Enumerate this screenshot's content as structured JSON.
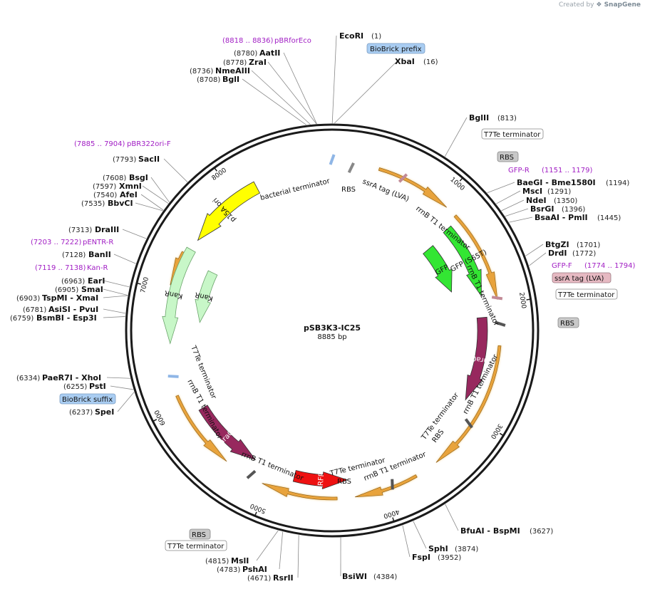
{
  "credit": {
    "prefix": "Created by",
    "brand": "SnapGene"
  },
  "plasmid": {
    "name": "pSB3K3-IC25",
    "length": 8885,
    "length_label": "8885 bp"
  },
  "ticks": [
    {
      "label": "1000",
      "pos": 1000
    },
    {
      "label": "2000",
      "pos": 2000
    },
    {
      "label": "3000",
      "pos": 3000
    },
    {
      "label": "4000",
      "pos": 4000
    },
    {
      "label": "5000",
      "pos": 5000
    },
    {
      "label": "6000",
      "pos": 6000
    },
    {
      "label": "7000",
      "pos": 7000
    },
    {
      "label": "8000",
      "pos": 8000
    }
  ],
  "enzymes": [
    {
      "name": "EcoRI",
      "pos_label": "(1)",
      "pos": 1
    },
    {
      "name": "XbaI",
      "pos_label": "(16)",
      "pos": 16
    },
    {
      "name": "BglII",
      "pos_label": "(813)",
      "pos": 813
    },
    {
      "name": "BaeGI - Bme1580I",
      "pos_label": "(1194)",
      "pos": 1194
    },
    {
      "name": "MscI",
      "pos_label": "(1291)",
      "pos": 1291
    },
    {
      "name": "NdeI",
      "pos_label": "(1350)",
      "pos": 1350
    },
    {
      "name": "BsrGI",
      "pos_label": "(1396)",
      "pos": 1396
    },
    {
      "name": "BsaAI - PmlI",
      "pos_label": "(1445)",
      "pos": 1445
    },
    {
      "name": "BtgZI",
      "pos_label": "(1701)",
      "pos": 1701
    },
    {
      "name": "DrdI",
      "pos_label": "(1772)",
      "pos": 1772
    },
    {
      "name": "BfuAI - BspMI",
      "pos_label": "(3627)",
      "pos": 3627
    },
    {
      "name": "SphI",
      "pos_label": "(3874)",
      "pos": 3874
    },
    {
      "name": "FspI",
      "pos_label": "(3952)",
      "pos": 3952
    },
    {
      "name": "BsiWI",
      "pos_label": "(4384)",
      "pos": 4384
    },
    {
      "name": "RsrII",
      "pos_label": "(4671)",
      "pos": 4671
    },
    {
      "name": "PshAI",
      "pos_label": "(4783)",
      "pos": 4783
    },
    {
      "name": "MslI",
      "pos_label": "(4815)",
      "pos": 4815
    },
    {
      "name": "SpeI",
      "pos_label": "(6237)",
      "pos": 6237
    },
    {
      "name": "PstI",
      "pos_label": "(6255)",
      "pos": 6255
    },
    {
      "name": "PaeR7I - XhoI",
      "pos_label": "(6334)",
      "pos": 6334
    },
    {
      "name": "BsmBI - Esp3I",
      "pos_label": "(6759)",
      "pos": 6759
    },
    {
      "name": "AsiSI - PvuI",
      "pos_label": "(6781)",
      "pos": 6781
    },
    {
      "name": "TspMI - XmaI",
      "pos_label": "(6903)",
      "pos": 6903
    },
    {
      "name": "SmaI",
      "pos_label": "(6905)",
      "pos": 6905
    },
    {
      "name": "EarI",
      "pos_label": "(6963)",
      "pos": 6963
    },
    {
      "name": "BanII",
      "pos_label": "(7128)",
      "pos": 7128
    },
    {
      "name": "DraIII",
      "pos_label": "(7313)",
      "pos": 7313
    },
    {
      "name": "BbvCI",
      "pos_label": "(7535)",
      "pos": 7535
    },
    {
      "name": "AfeI",
      "pos_label": "(7540)",
      "pos": 7540
    },
    {
      "name": "XmnI",
      "pos_label": "(7597)",
      "pos": 7597
    },
    {
      "name": "BsgI",
      "pos_label": "(7608)",
      "pos": 7608
    },
    {
      "name": "SacII",
      "pos_label": "(7793)",
      "pos": 7793
    },
    {
      "name": "BglI",
      "pos_label": "(8708)",
      "pos": 8708
    },
    {
      "name": "NmeAIII",
      "pos_label": "(8736)",
      "pos": 8736
    },
    {
      "name": "ZraI",
      "pos_label": "(8778)",
      "pos": 8778
    },
    {
      "name": "AatII",
      "pos_label": "(8780)",
      "pos": 8780
    }
  ],
  "primers": [
    {
      "name": "pBRforEco",
      "range": "(8818 .. 8836)"
    },
    {
      "name": "GFP-R",
      "range": "(1151 .. 1179)"
    },
    {
      "name": "GFP-F",
      "range": "(1774 .. 1794)"
    },
    {
      "name": "pBR322ori-F",
      "range": "(7885 .. 7904)"
    },
    {
      "name": "pENTR-R",
      "range": "(7203 .. 7222)"
    },
    {
      "name": "Kan-R",
      "range": "(7119 .. 7138)"
    }
  ],
  "boxed_features": [
    {
      "label": "BioBrick prefix",
      "color": "#a9cdf2"
    },
    {
      "label": "T7Te terminator",
      "color": "#ffffff"
    },
    {
      "label": "RBS",
      "color": "#c8c8c8"
    },
    {
      "label": "ssrA tag (LVA)",
      "color": "#e6b9c2"
    },
    {
      "label": "T7Te terminator",
      "color": "#ffffff"
    },
    {
      "label": "RBS",
      "color": "#c8c8c8"
    },
    {
      "label": "BioBrick suffix",
      "color": "#a9cdf2"
    },
    {
      "label": "RBS",
      "color": "#c8c8c8"
    },
    {
      "label": "T7Te terminator",
      "color": "#ffffff"
    }
  ],
  "features": [
    {
      "label": "p15A ori",
      "color": "#ffff00"
    },
    {
      "label": "GFP (S65T)",
      "color": "#33e633"
    },
    {
      "label": "GFP",
      "color": "#33e633"
    },
    {
      "label": "araC",
      "color": "#97285e"
    },
    {
      "label": "araC",
      "color": "#97285e"
    },
    {
      "label": "mRFP1",
      "color": "#ee1111"
    },
    {
      "label": "KanR",
      "color": "#c8f7c8"
    },
    {
      "label": "KanR",
      "color": "#c8f7c8"
    }
  ],
  "inner_labels": [
    "bacterial terminator",
    "RBS",
    "ssrA tag (LVA)",
    "rrnB T1 terminator",
    "rrnB T1 terminator",
    "rrnB T1 terminator",
    "T7Te terminator",
    "RBS",
    "T7Te terminator",
    "rrnB T1 terminator",
    "RBS",
    "rrnB T1 terminator",
    "rrnB T1 terminator",
    "T7Te terminator"
  ],
  "colors": {
    "ring": "#1a1a1a",
    "orf": "#e8a33c",
    "primer": "#a11ec4"
  }
}
